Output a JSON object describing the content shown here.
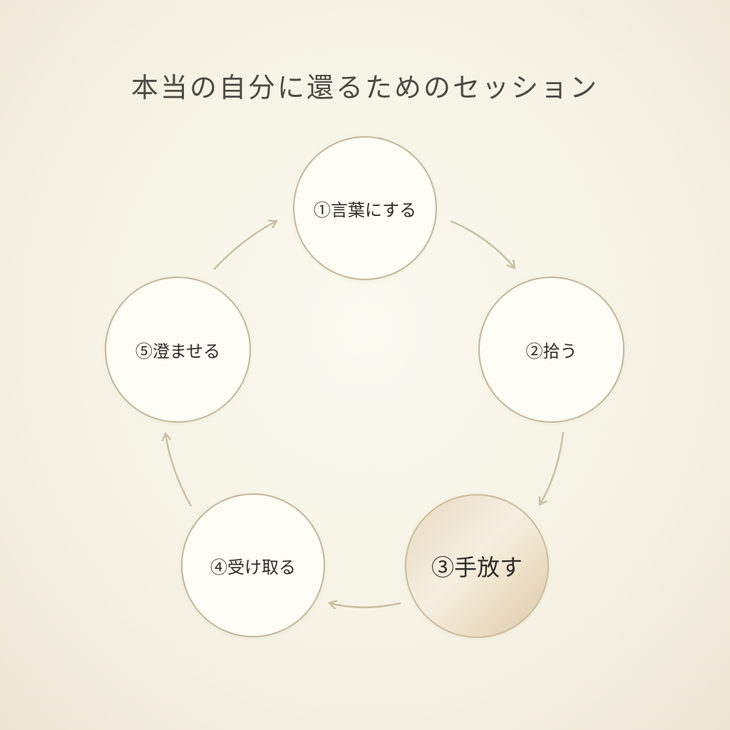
{
  "title": "本当の自分に還るためのセッション",
  "steps": [
    {
      "label": "①言葉にする"
    },
    {
      "label": "②拾う"
    },
    {
      "label": "③手放す",
      "highlighted": true
    },
    {
      "label": "④受け取る"
    },
    {
      "label": "⑤澄ませる"
    }
  ],
  "colors": {
    "border": "#c4b69c",
    "arrow": "#cdbfa4",
    "text": "#2f2c28"
  }
}
